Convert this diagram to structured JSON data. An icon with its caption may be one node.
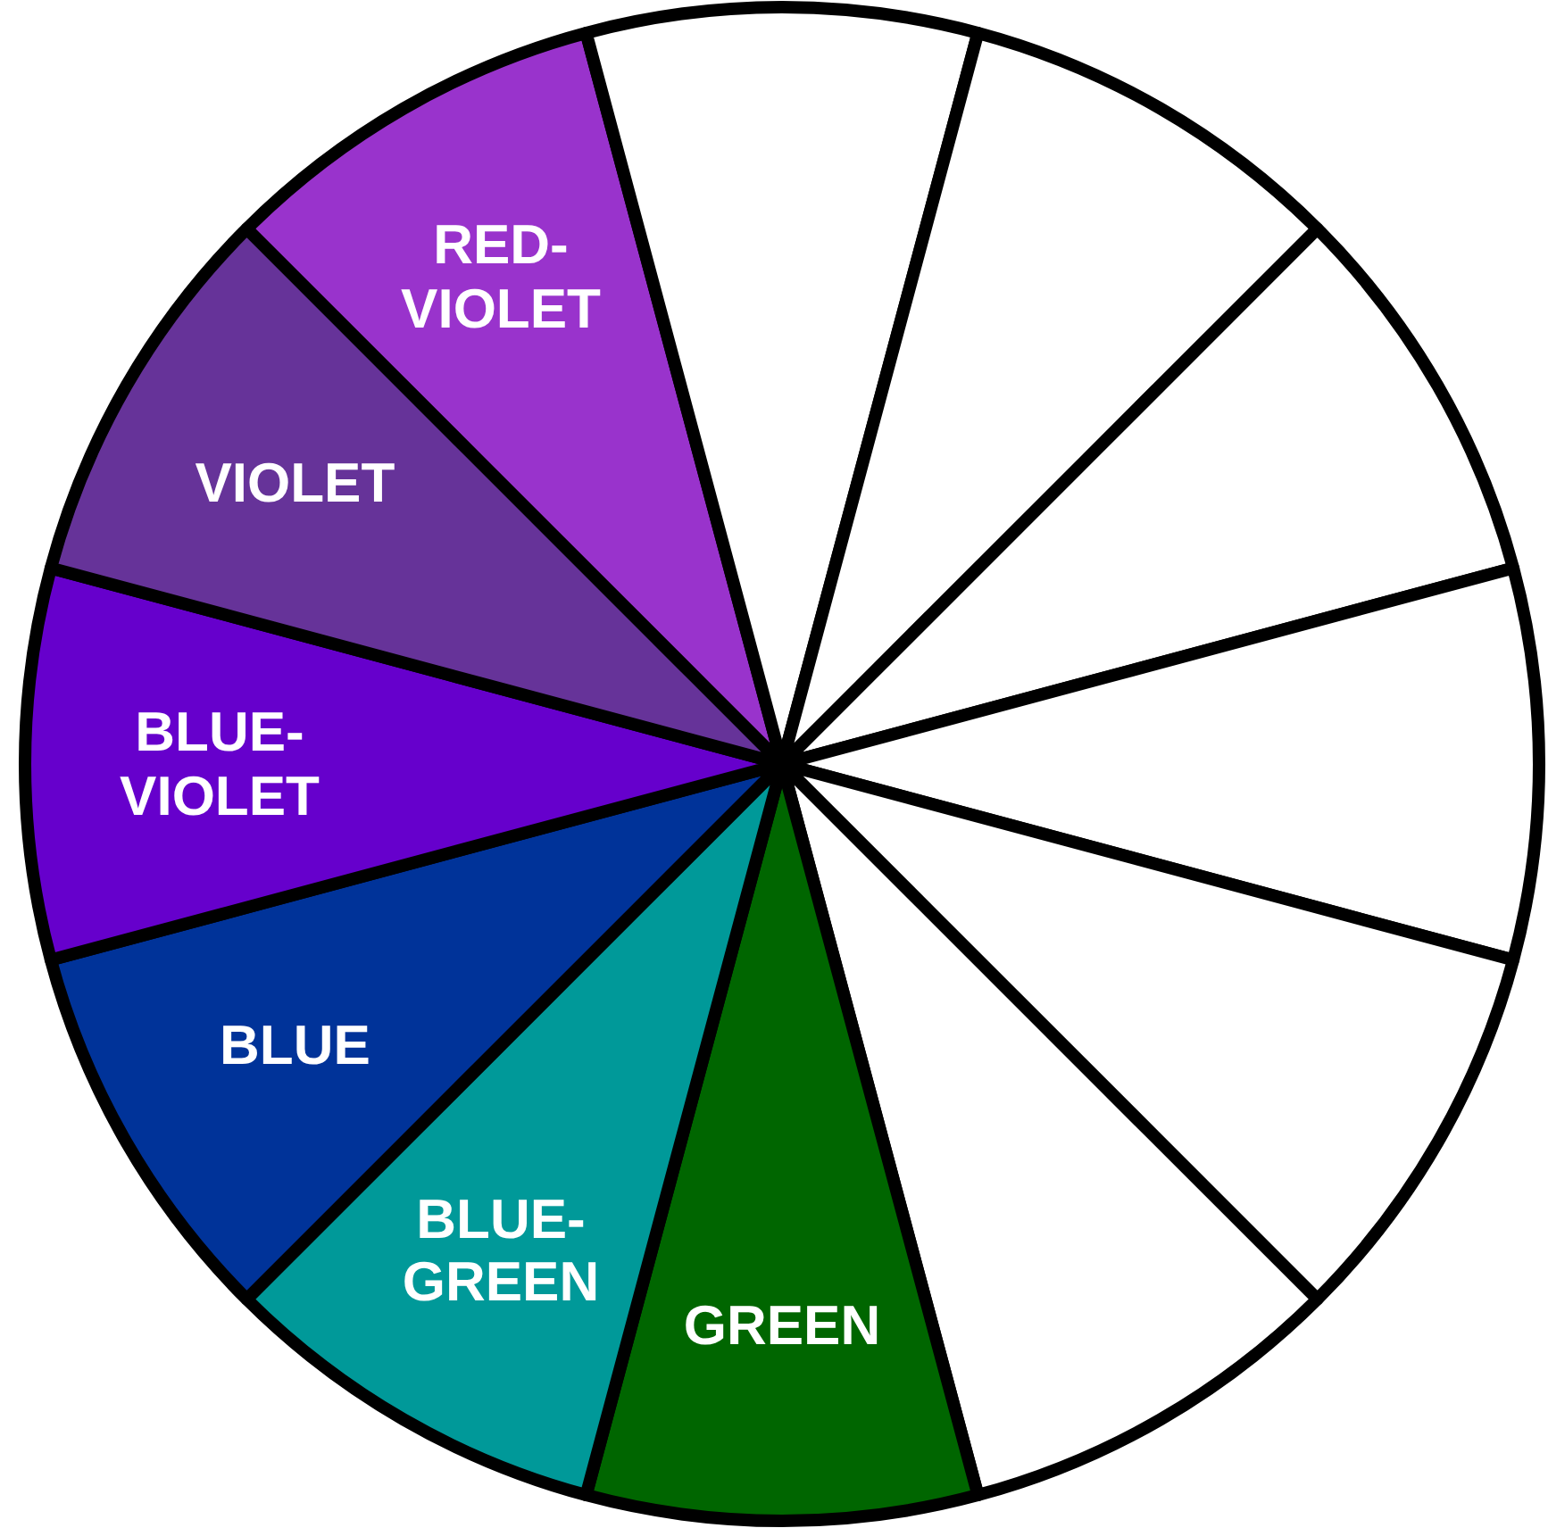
{
  "diagram": {
    "nodes": [
      {
        "text": [
          "RED-VIOLET"
        ]
      },
      {
        "text": [],
        "shape": "wedge"
      },
      {
        "text": [],
        "shape": "wedge"
      },
      {
        "text": [],
        "shape": "wedge"
      },
      {
        "text": [],
        "shape": "wedge"
      },
      {
        "text": [],
        "shape": "wedge"
      },
      {
        "text": [],
        "shape": "wedge"
      },
      {
        "text": [
          "GREEN"
        ]
      },
      {
        "text": [
          "BLUE-GREEN"
        ]
      },
      {
        "text": [
          "BLUE"
        ]
      },
      {
        "text": [
          "BLUE-VIOLET"
        ]
      },
      {
        "text": [
          "VIOLET"
        ]
      }
    ]
  }
}
